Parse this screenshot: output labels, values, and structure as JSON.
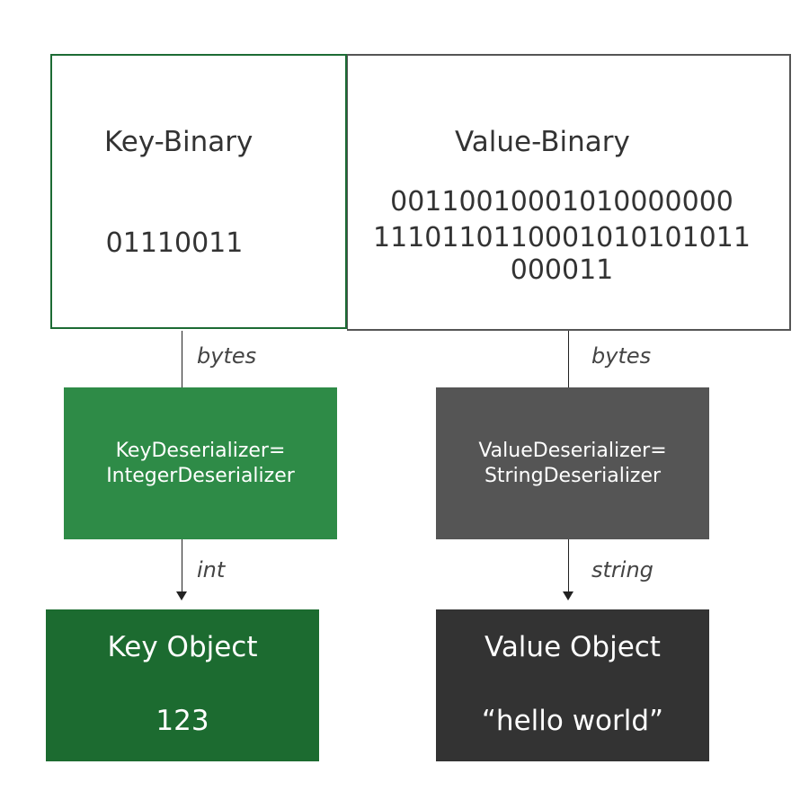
{
  "key_binary": {
    "title": "Key-Binary",
    "bits": "01110011"
  },
  "value_binary": {
    "title": "Value-Binary",
    "bits_line1": "00110010001010000000",
    "bits_line2": "1110110110001010101011",
    "bits_line3": "000011"
  },
  "edges": {
    "key_bytes": "bytes",
    "value_bytes": "bytes",
    "key_int": "int",
    "value_string": "string"
  },
  "key_deserializer": {
    "line1": "KeyDeserializer=",
    "line2": "IntegerDeserializer"
  },
  "value_deserializer": {
    "line1": "ValueDeserializer=",
    "line2": "StringDeserializer"
  },
  "key_object": {
    "title": "Key Object",
    "value": "123"
  },
  "value_object": {
    "title": "Value Object",
    "value": "“hello world”"
  },
  "colors": {
    "key_border": "#1c6b34",
    "key_deserializer": "#2e8b47",
    "key_object": "#1c6b30",
    "value_deserializer": "#555555",
    "value_object": "#333333"
  }
}
